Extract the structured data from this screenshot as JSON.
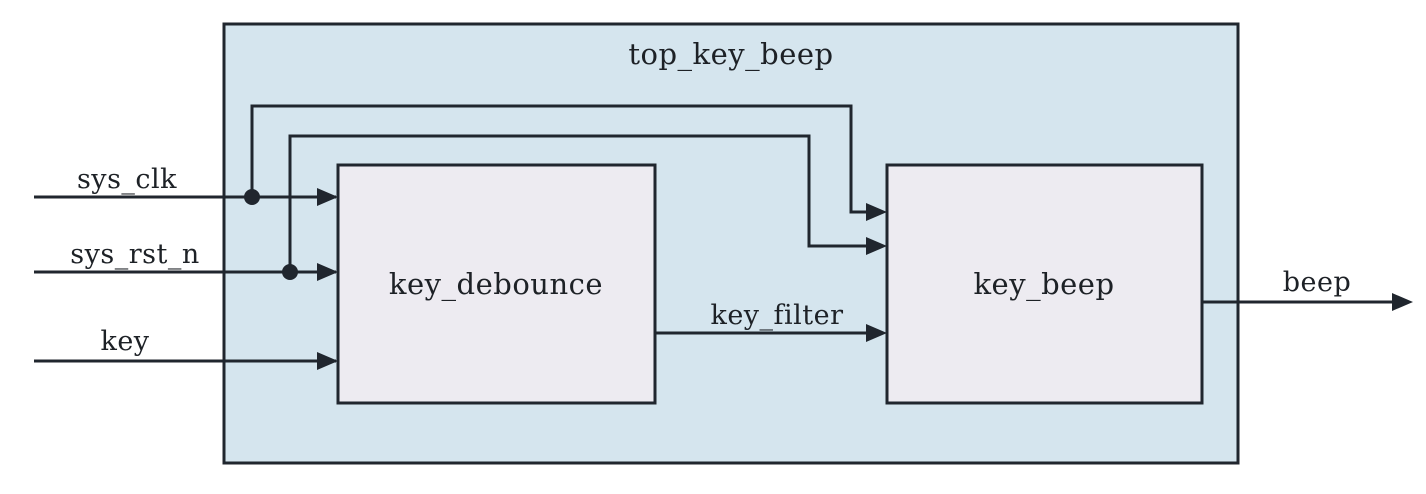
{
  "diagram": {
    "type": "block-diagram",
    "title": "top_key_beep",
    "modules": [
      {
        "id": "key_debounce",
        "name": "key_debounce"
      },
      {
        "id": "key_beep",
        "name": "key_beep"
      }
    ],
    "signals": {
      "inputs": [
        {
          "name": "sys_clk"
        },
        {
          "name": "sys_rst_n"
        },
        {
          "name": "key"
        }
      ],
      "internal": [
        {
          "name": "key_filter"
        }
      ],
      "outputs": [
        {
          "name": "beep"
        }
      ]
    },
    "connections": [
      "sys_clk -> key_debounce",
      "sys_clk -> key_beep",
      "sys_rst_n -> key_debounce",
      "sys_rst_n -> key_beep",
      "key -> key_debounce",
      "key_debounce -> key_filter -> key_beep",
      "key_beep -> beep"
    ],
    "colors": {
      "outer_fill": "#d5e5ee",
      "module_fill": "#edebf1",
      "line_color": "#20262e",
      "text_color": "#1d2126",
      "background": "#ffffff"
    }
  }
}
